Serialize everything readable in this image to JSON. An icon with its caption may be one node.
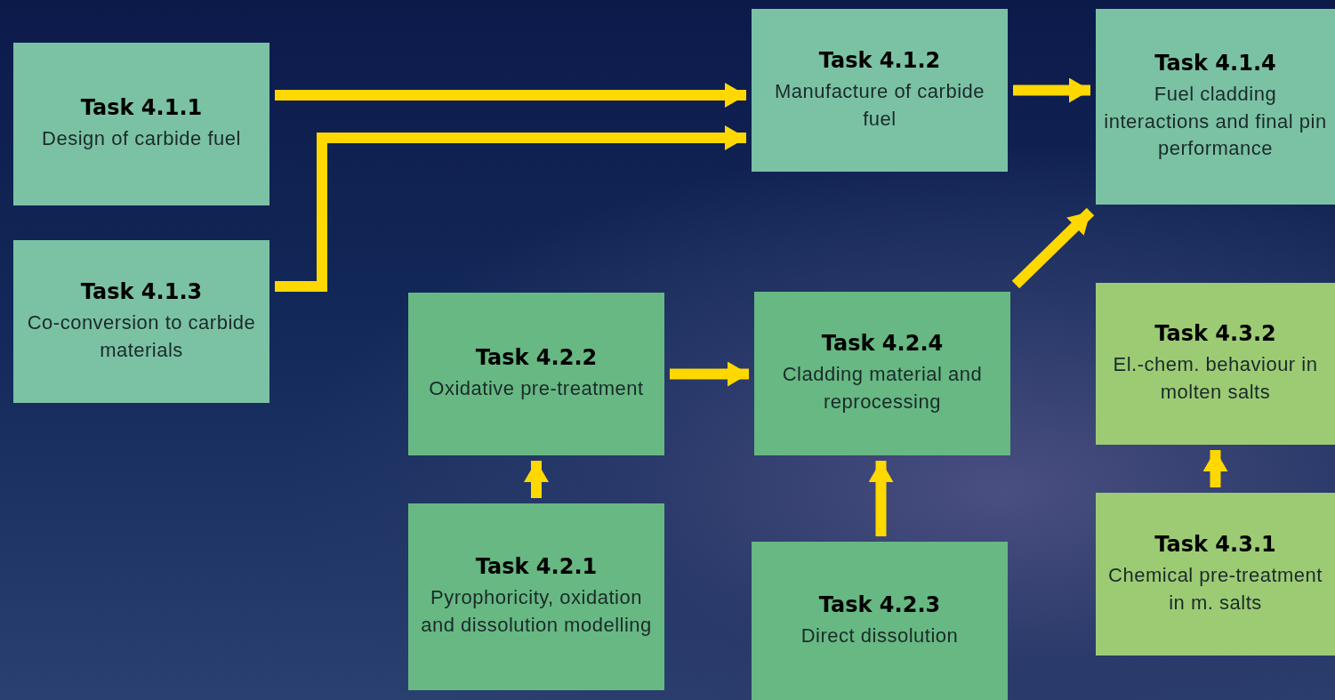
{
  "diagram": {
    "nodes": [
      {
        "text": [
          "Task 4.1.1",
          "Design of carbide fuel"
        ]
      },
      {
        "text": [
          "Task 4.1.2",
          "Manufacture of carbide fuel"
        ]
      },
      {
        "text": [
          "Task 4.1.4",
          "Fuel cladding interactions and final pin performance"
        ]
      },
      {
        "text": [
          "Task 4.1.3",
          "Co-conversion to carbide materials"
        ]
      },
      {
        "text": [
          "Task 4.2.2",
          "Oxidative pre-treatment"
        ]
      },
      {
        "text": [
          "Task 4.2.4",
          "Cladding material and reprocessing"
        ]
      },
      {
        "text": [
          "Task 4.3.2",
          "El.-chem. behaviour in molten salts"
        ]
      },
      {
        "text": [
          "Task 4.2.1",
          "Pyrophoricity, oxidation and dissolution modelling"
        ]
      },
      {
        "text": [
          "Task 4.2.3",
          "Direct dissolution"
        ]
      },
      {
        "text": [
          "Task 4.3.1",
          "Chemical pre-treatment in m. salts"
        ]
      }
    ],
    "edges": [
      {
        "from": 0,
        "to": 1,
        "arrow": "to"
      },
      {
        "from": 3,
        "to": 1,
        "arrow": "to"
      },
      {
        "from": 1,
        "to": 2,
        "arrow": "to"
      },
      {
        "from": 5,
        "to": 2,
        "arrow": "to"
      },
      {
        "from": 4,
        "to": 5,
        "arrow": "to"
      },
      {
        "from": 7,
        "to": 4,
        "arrow": "to"
      },
      {
        "from": 8,
        "to": 5,
        "arrow": "to"
      },
      {
        "from": 9,
        "to": 6,
        "arrow": "to"
      }
    ]
  }
}
